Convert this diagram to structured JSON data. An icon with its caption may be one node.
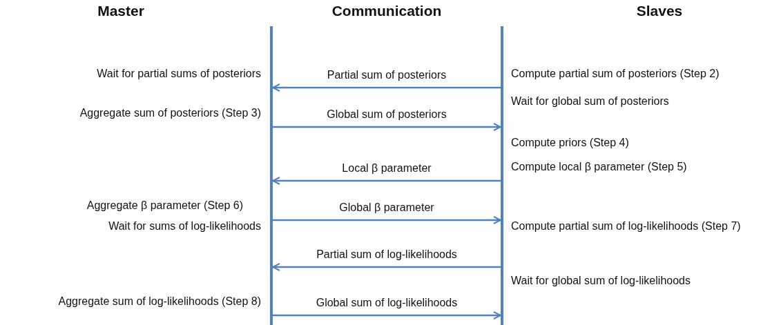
{
  "diagram": {
    "nodes": [
      {
        "text": [],
        "shape": "bar"
      },
      {
        "text": [],
        "shape": "bar"
      }
    ],
    "edges": [
      {
        "from": 1,
        "to": 0,
        "arrow": "to",
        "label": "Partial sum of posteriors"
      },
      {
        "from": 0,
        "to": 1,
        "arrow": "to",
        "label": "Global sum of posteriors"
      },
      {
        "from": 1,
        "to": 0,
        "arrow": "to",
        "label": "Local β parameter"
      },
      {
        "from": 0,
        "to": 1,
        "arrow": "to",
        "label": "Global β parameter"
      },
      {
        "from": 1,
        "to": 0,
        "arrow": "to",
        "label": "Partial sum of log-likelihoods"
      },
      {
        "from": 0,
        "to": 1,
        "arrow": "to",
        "label": "Global sum of log-likelihoods"
      }
    ],
    "labels": [
      "Master",
      "Communication",
      "Slaves",
      "Wait for partial sums of posteriors",
      "Compute partial sum of posteriors (Step 2)",
      "Wait for global sum of posteriors",
      "Aggregate sum of posteriors (Step 3)",
      "Compute priors (Step 4)",
      "Compute local β parameter (Step 5)",
      "Aggregate β parameter (Step 6)",
      "Wait for sums of log-likelihoods",
      "Compute partial sum of log-likelihoods (Step 7)",
      "Wait for global sum of log-likelihoods",
      "Aggregate sum of log-likelihoods (Step 8)"
    ]
  }
}
